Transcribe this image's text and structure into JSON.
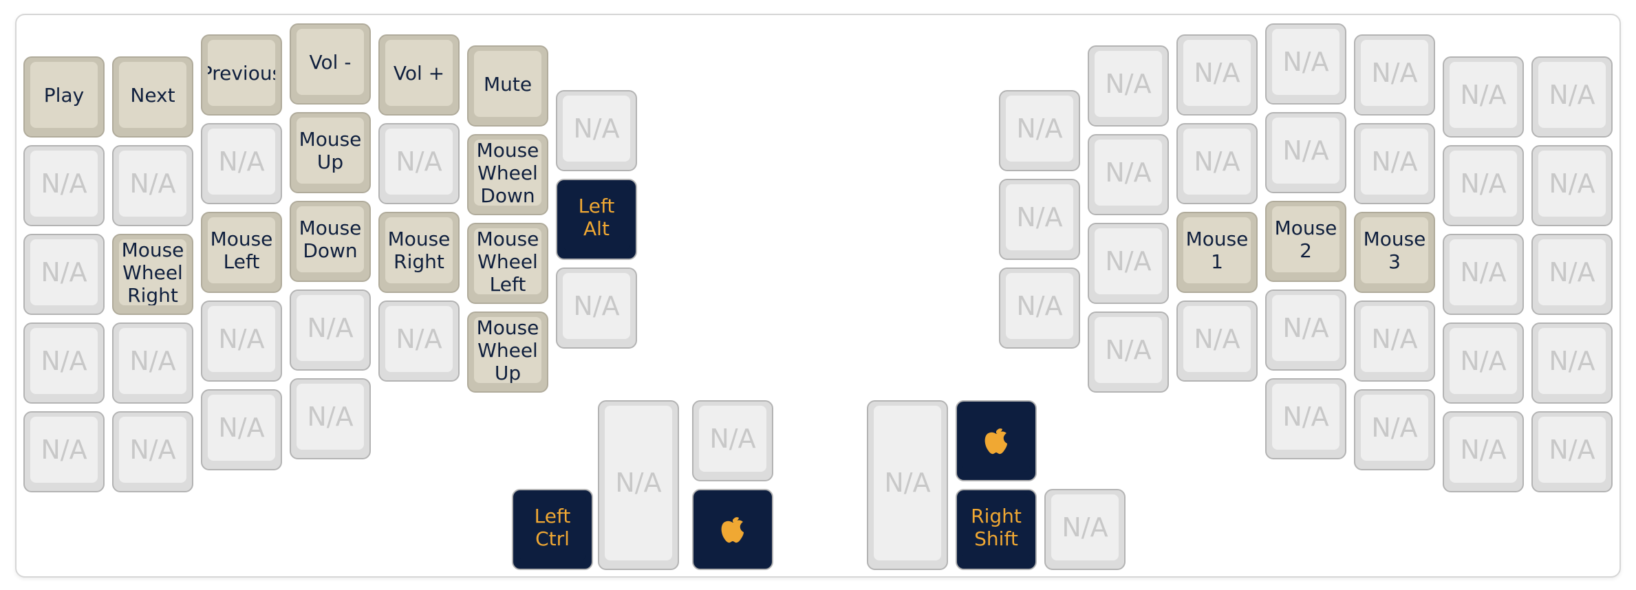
{
  "colors": {
    "na_key": "#efefef",
    "media_key": "#ddd8c8",
    "modifier_key": "#0d1e3f",
    "modifier_text": "#f0a833",
    "label_text": "#0f1f3d",
    "na_text": "#c8c8c8"
  },
  "keys": {
    "play": "Play",
    "next": "Next",
    "previous": "Previous",
    "vol_down": "Vol -",
    "vol_up": "Vol +",
    "mute": "Mute",
    "mouse_up": "Mouse\nUp",
    "mouse_down": "Mouse\nDown",
    "mouse_left": "Mouse\nLeft",
    "mouse_right": "Mouse\nRight",
    "wheel_down": "Mouse\nWheel\nDown",
    "wheel_left": "Mouse\nWheel\nLeft",
    "wheel_up": "Mouse\nWheel\nUp",
    "wheel_right": "Mouse\nWheel\nRight",
    "left_alt": "Left Alt",
    "left_ctrl": "Left\nCtrl",
    "right_shift": "Right\nShift",
    "mouse_1": "Mouse\n1",
    "mouse_2": "Mouse\n2",
    "mouse_3": "Mouse\n3",
    "na": "N/A"
  },
  "icons": {
    "command": "apple-icon"
  }
}
